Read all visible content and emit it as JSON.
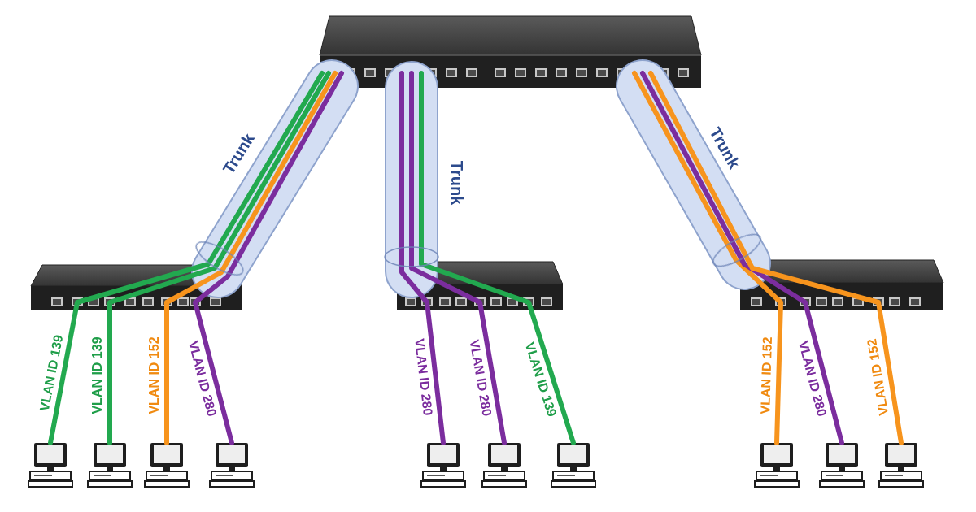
{
  "diagram": {
    "labels": [
      "Trunk",
      "Trunk",
      "Trunk",
      "VLAN ID 139",
      "VLAN ID 139",
      "VLAN ID 152",
      "VLAN ID 280",
      "VLAN ID 280",
      "VLAN ID 280",
      "VLAN ID 139",
      "VLAN ID 152",
      "VLAN ID 280",
      "VLAN ID 152"
    ]
  }
}
